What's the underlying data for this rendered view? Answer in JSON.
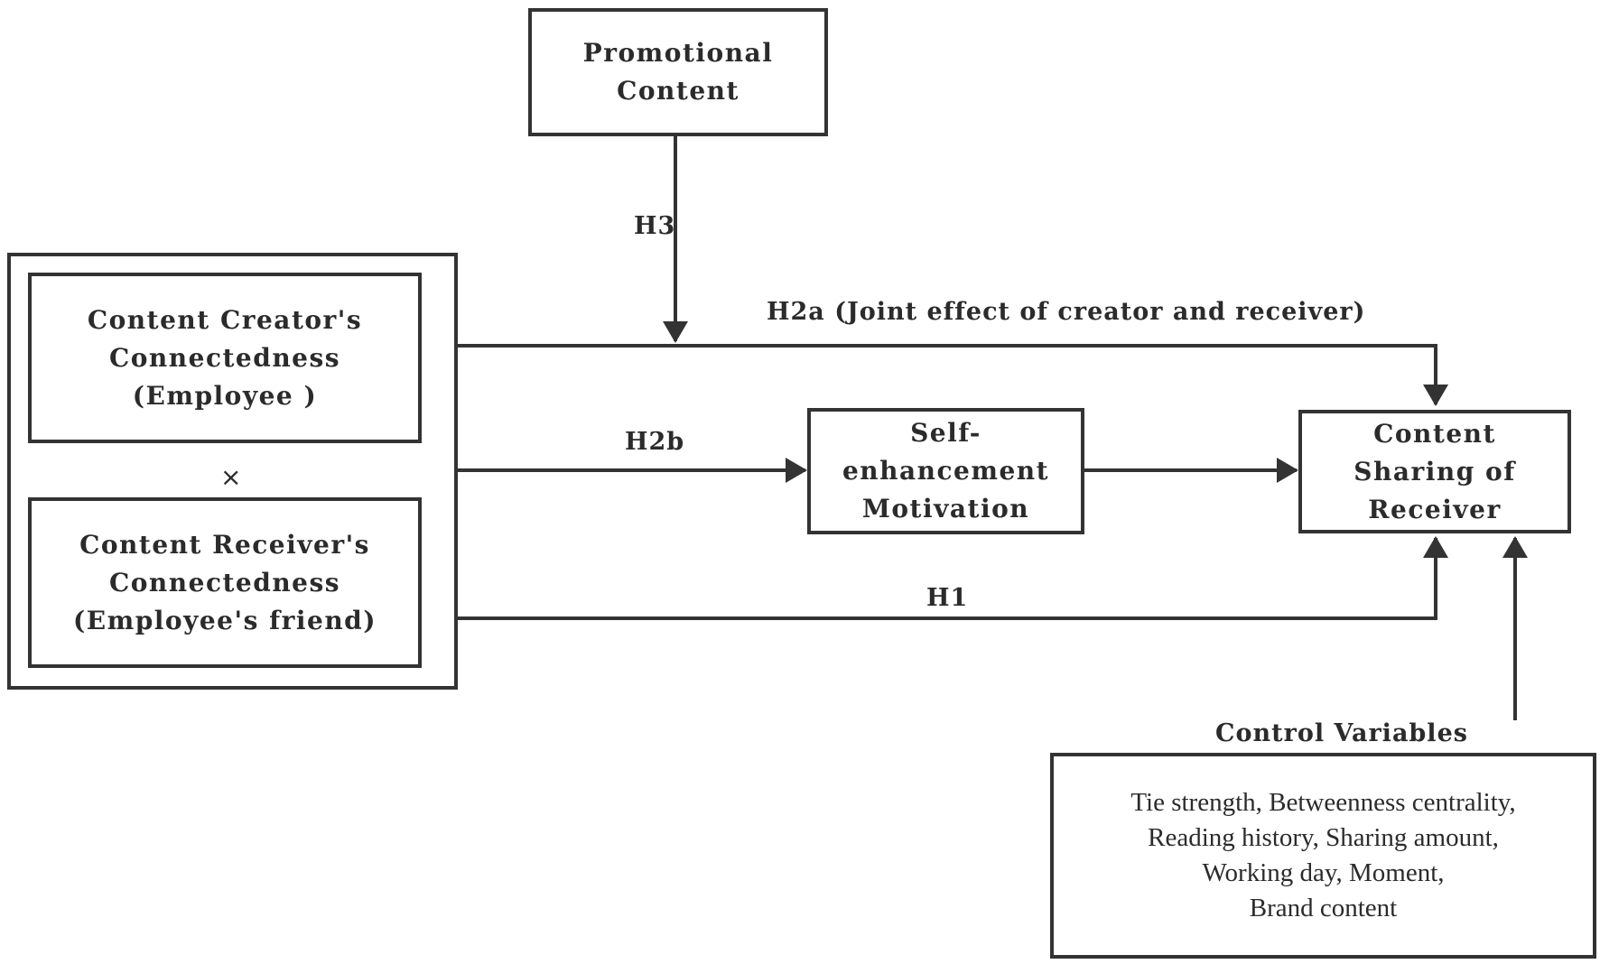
{
  "promotional": {
    "lines": [
      "Promotional",
      "Content"
    ]
  },
  "creator": {
    "lines": [
      "Content Creator's",
      "Connectedness",
      "(Employee  )"
    ]
  },
  "operator": "×",
  "receiver": {
    "lines": [
      "Content Receiver's",
      "Connectedness",
      "(Employee's friend)"
    ]
  },
  "motivation": {
    "lines": [
      "Self-",
      "enhancement",
      "Motivation"
    ]
  },
  "sharing": {
    "lines": [
      "Content",
      "Sharing of",
      "Receiver"
    ]
  },
  "controls": {
    "title": "Control Variables",
    "lines": [
      "Tie strength, Betweenness centrality,",
      "Reading history, Sharing amount,",
      "Working day, Moment,",
      "Brand content"
    ]
  },
  "hypotheses": {
    "h1": "H1",
    "h2a": "H2a (Joint effect of creator and receiver)",
    "h2b": "H2b",
    "h3": "H3"
  }
}
